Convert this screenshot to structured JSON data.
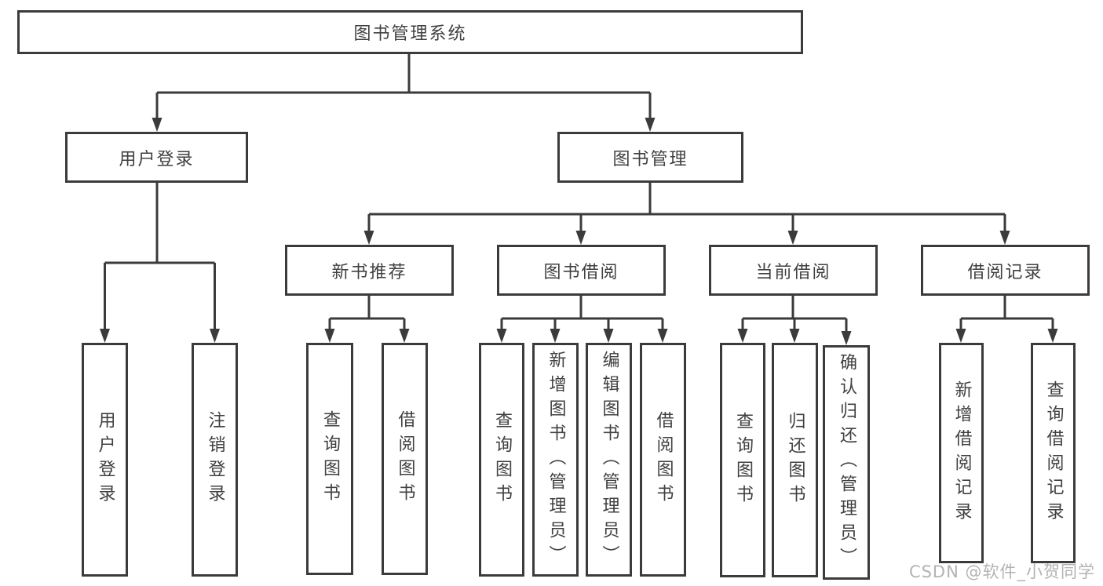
{
  "title": "图书管理系统",
  "colors": {
    "line": "#3b3b3b",
    "text": "#404040",
    "box_bg": "#ffffff",
    "background": "#ffffff",
    "watermark": "#b3b3b3"
  },
  "watermark": {
    "text": "CSDN @软件_小贺同学"
  },
  "tree": {
    "label": "图书管理系统",
    "children": [
      {
        "label": "用户登录",
        "children": [
          {
            "label": "用户登录"
          },
          {
            "label": "注销登录"
          }
        ]
      },
      {
        "label": "图书管理",
        "children": [
          {
            "label": "新书推荐",
            "children": [
              {
                "label": "查询图书"
              },
              {
                "label": "借阅图书"
              }
            ]
          },
          {
            "label": "图书借阅",
            "children": [
              {
                "label": "查询图书"
              },
              {
                "label": "新增图书（管理员）"
              },
              {
                "label": "编辑图书（管理员）"
              },
              {
                "label": "借阅图书"
              }
            ]
          },
          {
            "label": "当前借阅",
            "children": [
              {
                "label": "查询图书"
              },
              {
                "label": "归还图书"
              },
              {
                "label": "确认归还（管理员）"
              }
            ]
          },
          {
            "label": "借阅记录",
            "children": [
              {
                "label": "新增借阅记录"
              },
              {
                "label": "查询借阅记录"
              }
            ]
          }
        ]
      }
    ]
  }
}
